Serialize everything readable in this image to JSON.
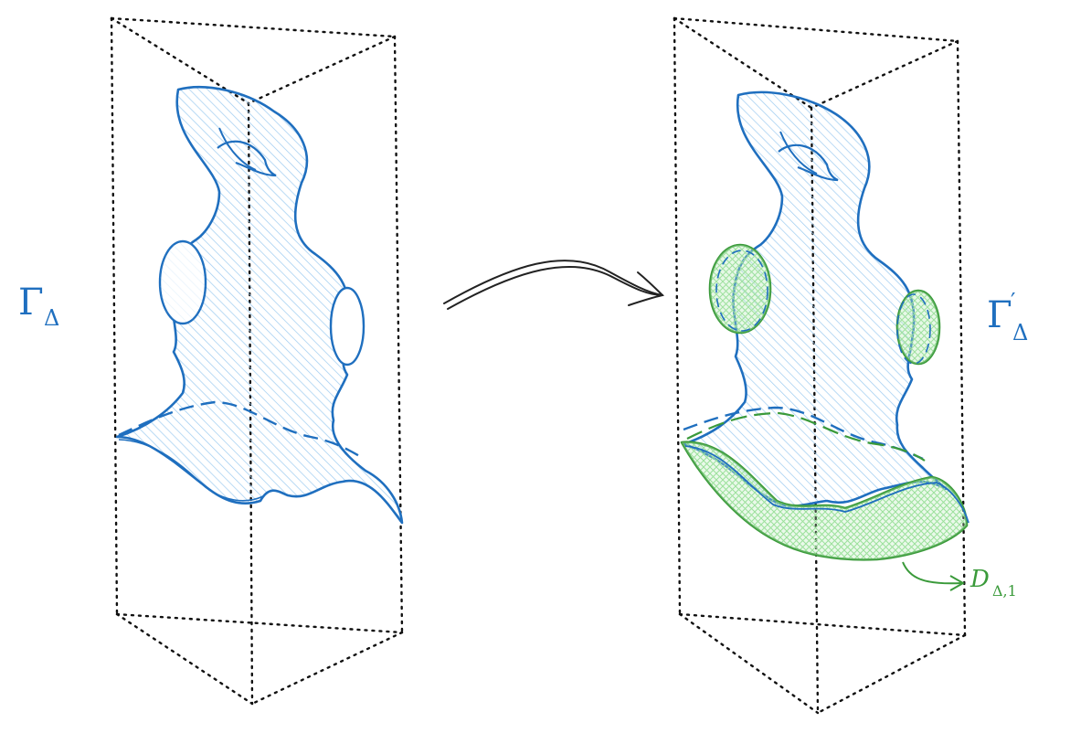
{
  "labels": {
    "gamma": "Γ",
    "delta": "Δ",
    "prime": "′",
    "d_letter": "D",
    "d_sub": "Δ,1"
  },
  "colors": {
    "blue_stroke": "#1f6fbf",
    "blue_fill": "#a9d2f2",
    "green_stroke": "#3a9a3a",
    "green_fill": "#b9ecb9",
    "box_dots": "#111111",
    "arrow": "#222222"
  }
}
